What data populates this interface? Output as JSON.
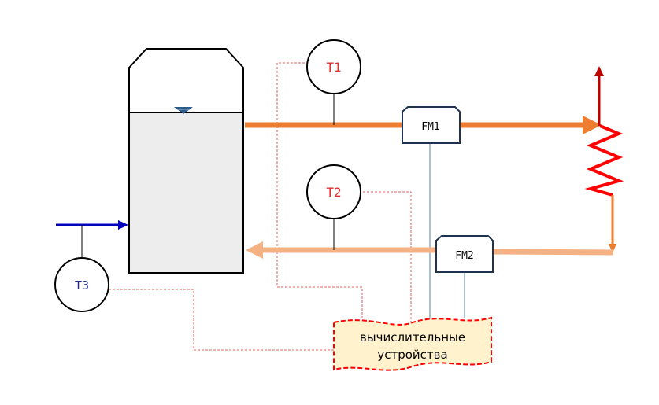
{
  "diagram": {
    "sensors": {
      "t1": "T1",
      "t2": "T2",
      "t3": "T3"
    },
    "flowmeters": {
      "fm1": "FM1",
      "fm2": "FM2"
    },
    "computer": {
      "line1": "вычислительные",
      "line2": "устройства"
    }
  },
  "colors": {
    "hot_pipe": "#ED7D31",
    "return_pipe": "#F4B183",
    "cold_inlet": "#0000C0",
    "heater": "#FF0000",
    "heat_arrow": "#C00000",
    "signal_line": "#E06060",
    "sensor_text_red": "#E03030",
    "sensor_text_blue": "#1F2A8C",
    "tank_fill": "#EDEDED",
    "computer_fill": "#FFF2CC"
  }
}
